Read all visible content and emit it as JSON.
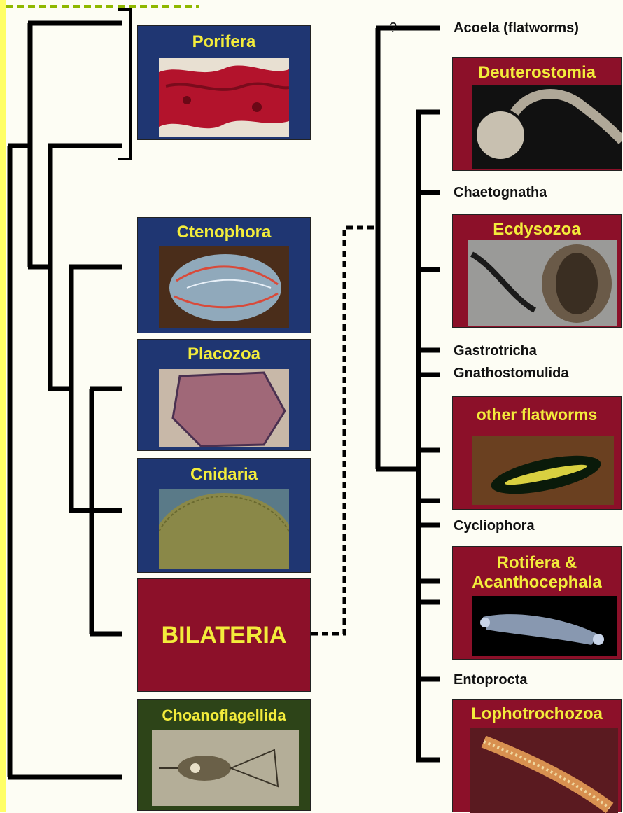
{
  "left_taxa": {
    "porifera": "Porifera",
    "ctenophora": "Ctenophora",
    "placozoa": "Placozoa",
    "cnidaria": "Cnidaria",
    "bilateria": "BILATERIA",
    "choanoflagellida": "Choanoflagellida"
  },
  "right_taxa": {
    "question_mark": "?",
    "acoela": "Acoela (flatworms)",
    "deuterostomia": "Deuterostomia",
    "chaetognatha": "Chaetognatha",
    "ecdysozoa": "Ecdysozoa",
    "gastrotricha": "Gastrotricha",
    "gnathostomulida": "Gnathostomulida",
    "other_flatworms": "other flatworms",
    "cycliophora": "Cycliophora",
    "rotifera_line1": "Rotifera &",
    "rotifera_line2": "Acanthocephala",
    "entoprocta": "Entoprocta",
    "lophotrochozoa": "Lophotrochozoa"
  },
  "colors": {
    "background": "#fdfdf4",
    "blue_panel": "#1f3672",
    "maroon_panel": "#8c1029",
    "green_panel": "#2d4418",
    "panel_title": "#f3ec3b",
    "tree_line": "#000000",
    "top_dash": "#8fb800"
  }
}
